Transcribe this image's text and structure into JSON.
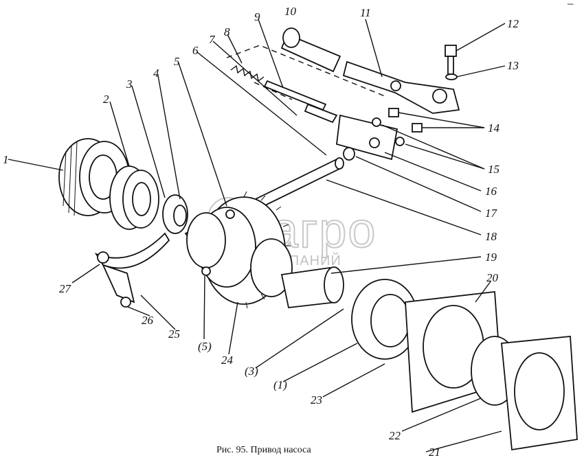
{
  "caption": "Рис. 95. Привод насоса",
  "watermark": {
    "main": "лагро",
    "sub": "ГАЗ КОМПАНИЙ"
  },
  "callouts": [
    "1",
    "2",
    "3",
    "4",
    "5",
    "6",
    "7",
    "8",
    "9",
    "10",
    "11",
    "12",
    "13",
    "14",
    "15",
    "16",
    "17",
    "18",
    "19",
    "20",
    "21",
    "22",
    "23",
    "24",
    "25",
    "26",
    "27",
    "(5)",
    "(3)",
    "(1)"
  ],
  "corner_mark": "‒"
}
